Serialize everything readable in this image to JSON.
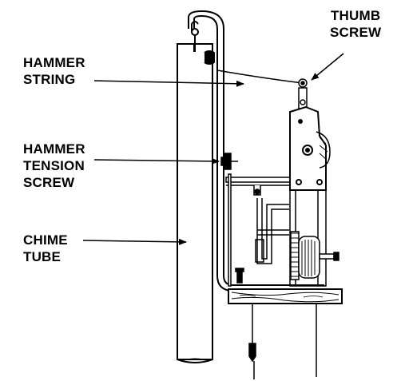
{
  "labels": {
    "thumb_screw": [
      "THUMB",
      "SCREW"
    ],
    "hammer_string": [
      "HAMMER",
      "STRING"
    ],
    "hammer_tension_screw": [
      "HAMMER",
      "TENSION",
      "SCREW"
    ],
    "chime_tube": [
      "CHIME",
      "TUBE"
    ]
  },
  "colors": {
    "ink": "#000000",
    "paper": "#ffffff",
    "wood": "#ffffff"
  }
}
